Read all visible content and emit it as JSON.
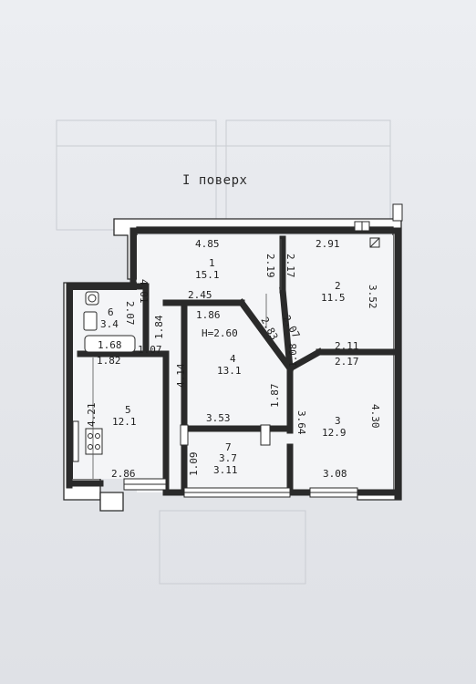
{
  "title": "I поверх",
  "rooms": [
    {
      "number": "1",
      "area": "15.1"
    },
    {
      "number": "2",
      "area": "11.5"
    },
    {
      "number": "3",
      "area": "12.9"
    },
    {
      "number": "4",
      "area": "13.1"
    },
    {
      "number": "5",
      "area": "12.1"
    },
    {
      "number": "6",
      "area": "3.4"
    },
    {
      "number": "7",
      "area": "3.7"
    }
  ],
  "height_label": "H=2.60",
  "dims": {
    "d485": "4.85",
    "d291": "2.91",
    "d219": "2.19",
    "d217a": "2.17",
    "d401": "4.01",
    "d352": "3.52",
    "d245": "2.45",
    "d186": "1.86",
    "d184": "1.84",
    "d207a": "2.07",
    "d168": "1.68",
    "d107": "1.07",
    "d283": "2.83",
    "d207b": "2.07",
    "d108": "1.08",
    "d211": "2.11",
    "d217b": "2.17",
    "d182": "1.82",
    "d414": "4.14",
    "d187": "1.87",
    "d421": "4.21",
    "d364": "3.64",
    "d430": "4.30",
    "d353": "3.53",
    "d109": "1.09",
    "d311": "3.11",
    "d286": "2.86",
    "d308": "3.08"
  }
}
